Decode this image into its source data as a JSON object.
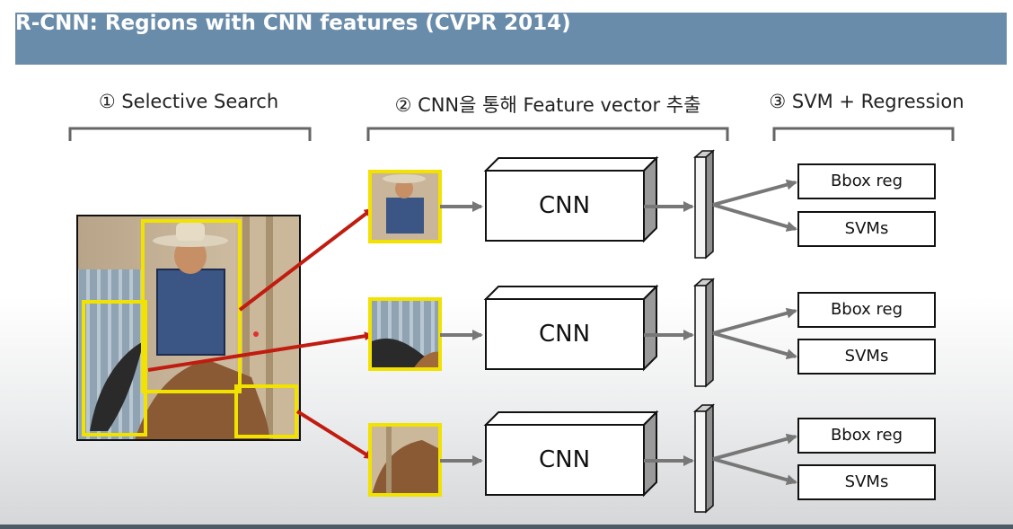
{
  "title": "R-CNN: Regions with CNN features (CVPR 2014)",
  "stages": [
    {
      "label": "① Selective Search"
    },
    {
      "label": "② CNN을 통해 Feature vector 추출"
    },
    {
      "label": "③ SVM + Regression"
    }
  ],
  "rows": [
    {
      "cnn_label": "CNN",
      "outputs": [
        "Bbox reg",
        "SVMs"
      ]
    },
    {
      "cnn_label": "CNN",
      "outputs": [
        "Bbox reg",
        "SVMs"
      ]
    },
    {
      "cnn_label": "CNN",
      "outputs": [
        "Bbox reg",
        "SVMs"
      ]
    }
  ],
  "colors": {
    "title_bar": "#6a8cab",
    "region_box": "#f2e200",
    "arrow_red": "#c01c10",
    "arrow_gray": "#777777"
  }
}
